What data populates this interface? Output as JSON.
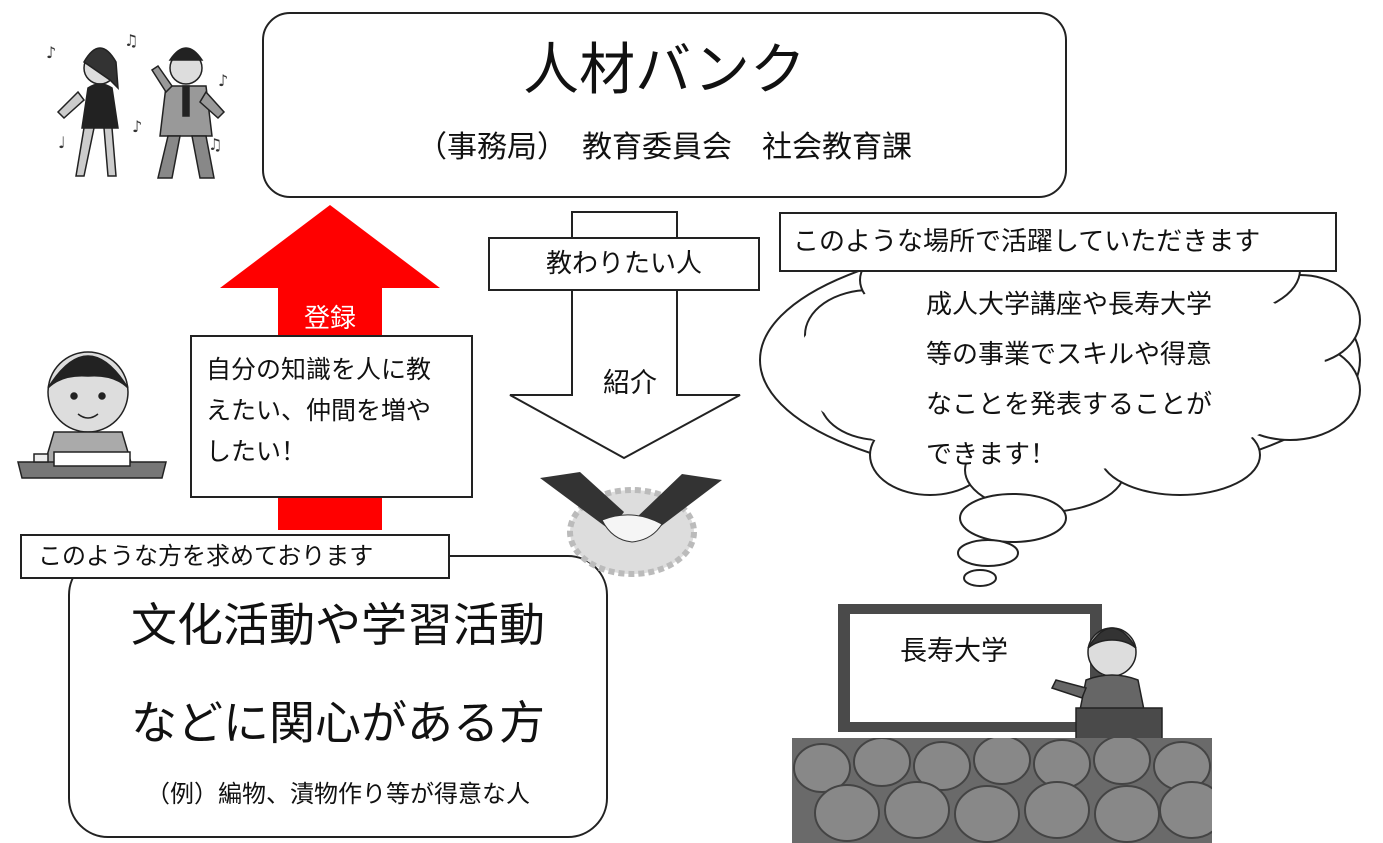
{
  "bank": {
    "title": "人材バンク",
    "office": "（事務局）　教育委員会　社会教育課"
  },
  "register": {
    "label": "登録",
    "arrow_color": "#ff0000"
  },
  "goal_box": {
    "lines": [
      "自分の知識を人に教",
      "えたい、仲間を増や",
      "したい！"
    ]
  },
  "seeking": {
    "caption": "このような方を求めております",
    "line1": "文化活動や学習活動",
    "line2": "などに関心がある方",
    "example": "（例）編物、漬物作り等が得意な人"
  },
  "introduce": {
    "learner_label": "教わりたい人",
    "arrow_label": "紹介"
  },
  "venue": {
    "caption": "このような場所で活躍していただきます",
    "cloud_lines": [
      "成人大学講座や長寿大学",
      "等の事業でスキルや得意",
      "なことを発表することが",
      "できます！"
    ],
    "sign": "長寿大学"
  },
  "illustrations": {
    "dancers": "dancing-couple-icon",
    "student": "studying-boy-icon",
    "handshake": "handshake-icon",
    "speaker": "lecture-speaker-icon",
    "audience": "audience-icon"
  }
}
